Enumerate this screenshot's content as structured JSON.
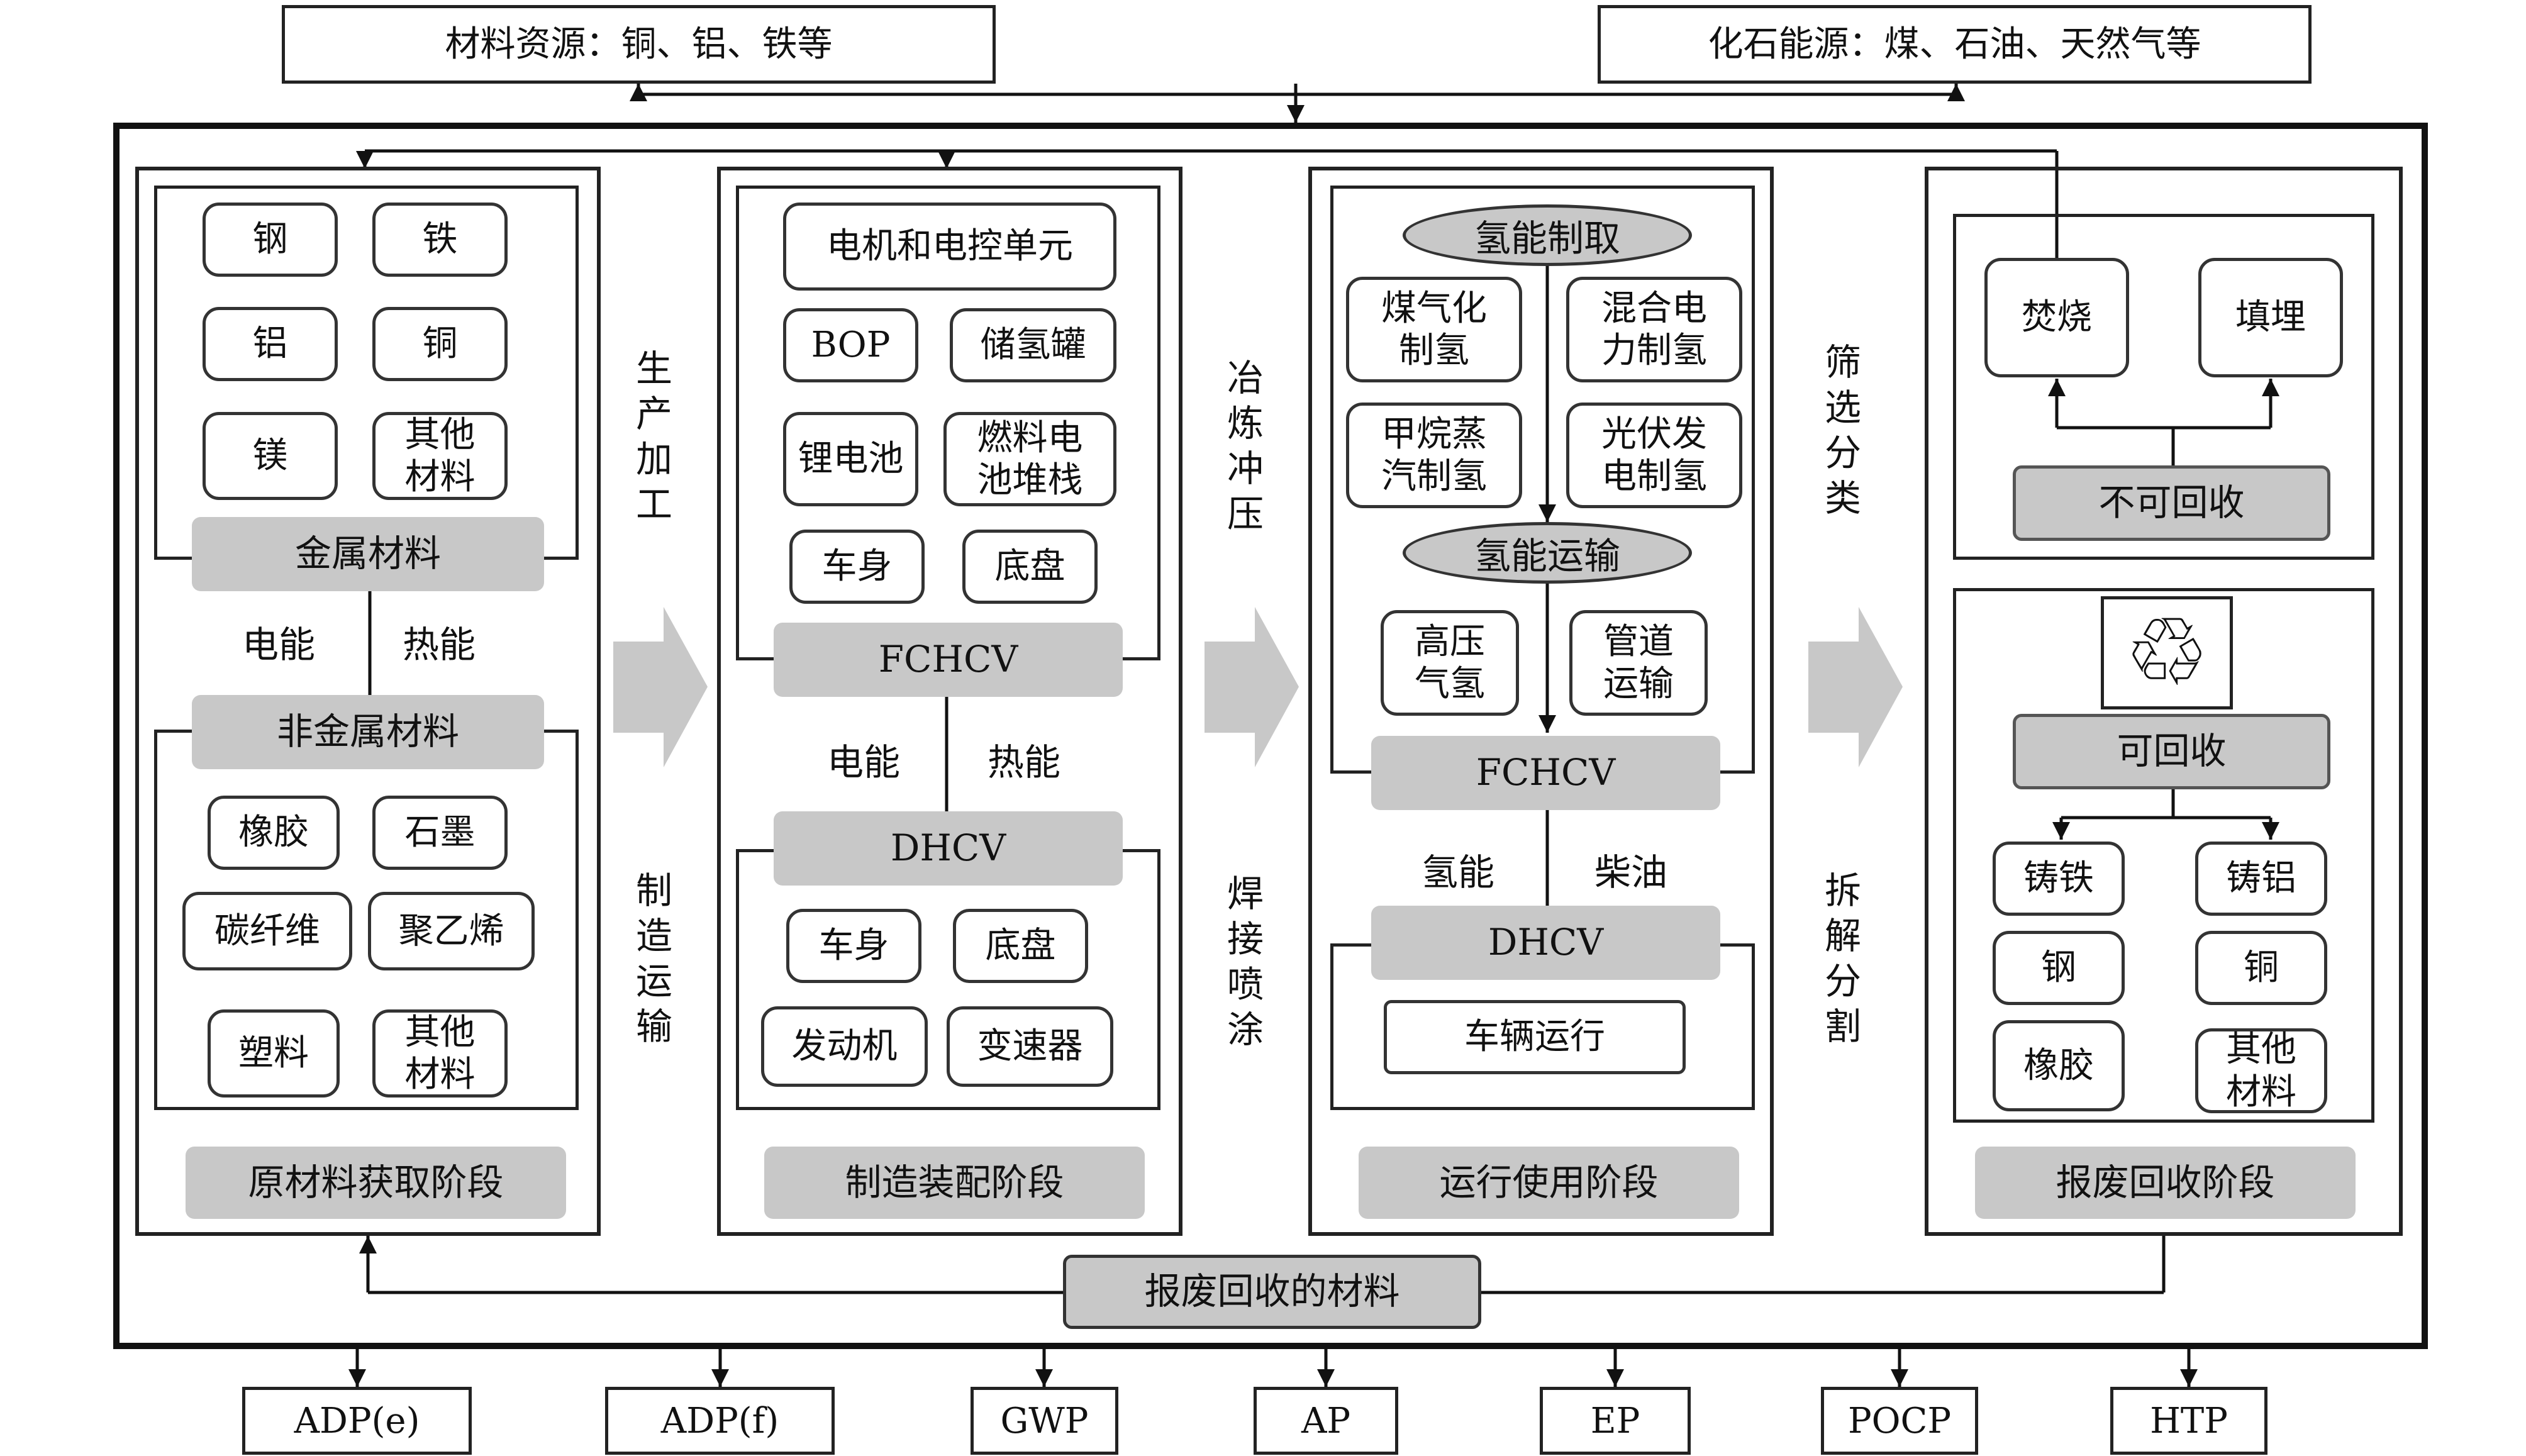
{
  "top_sources": {
    "material": "材料资源：铜、铝、铁等",
    "fossil": "化石能源：煤、石油、天然气等"
  },
  "stage1": {
    "title": "原材料获取阶段",
    "metals": [
      "钢",
      "铁",
      "铝",
      "铜",
      "镁",
      "其他\n材料"
    ],
    "metal_group": "金属材料",
    "energy_electric": "电能",
    "energy_heat": "热能",
    "nonmetal_group": "非金属材料",
    "nonmetals": [
      "橡胶",
      "石墨",
      "碳纤维",
      "聚乙烯",
      "塑料",
      "其他\n材料"
    ]
  },
  "process1": {
    "top": [
      "生",
      "产",
      "加",
      "工"
    ],
    "bottom": [
      "制",
      "造",
      "运",
      "输"
    ]
  },
  "stage2": {
    "title": "制造装配阶段",
    "components": [
      "电机和电控单元",
      "BOP",
      "储氢罐",
      "锂电池",
      "燃料电\n池堆栈",
      "车身",
      "底盘"
    ],
    "fchcv": "FCHCV",
    "energy_electric": "电能",
    "energy_heat": "热能",
    "dhcv": "DHCV",
    "dhcv_components": [
      "车身",
      "底盘",
      "发动机",
      "变速器"
    ]
  },
  "process2": {
    "top": [
      "冶",
      "炼",
      "冲",
      "压"
    ],
    "bottom": [
      "焊",
      "接",
      "喷",
      "涂"
    ]
  },
  "stage3": {
    "title": "运行使用阶段",
    "h2_production": "氢能制取",
    "production_methods": [
      "煤气化\n制氢",
      "混合电\n力制氢",
      "甲烷蒸\n汽制氢",
      "光伏发\n电制氢"
    ],
    "h2_transport": "氢能运输",
    "transport_methods": [
      "高压\n气氢",
      "管道\n运输"
    ],
    "fchcv": "FCHCV",
    "fuel_h2": "氢能",
    "fuel_diesel": "柴油",
    "dhcv": "DHCV",
    "vehicle_operation": "车辆运行"
  },
  "process3": {
    "top": [
      "筛",
      "选",
      "分",
      "类"
    ],
    "bottom": [
      "拆",
      "解",
      "分",
      "割"
    ]
  },
  "stage4": {
    "title": "报废回收阶段",
    "incinerate": "焚烧",
    "landfill": "填埋",
    "nonrecyclable": "不可回收",
    "recycle_symbol": "♲",
    "recyclable": "可回收",
    "recovered": [
      "铸铁",
      "铸铝",
      "钢",
      "铜",
      "橡胶",
      "其他\n材料"
    ]
  },
  "scrap_materials": "报废回收的材料",
  "impact_categories": [
    "ADP(e)",
    "ADP(f)",
    "GWP",
    "AP",
    "EP",
    "POCP",
    "HTP"
  ]
}
